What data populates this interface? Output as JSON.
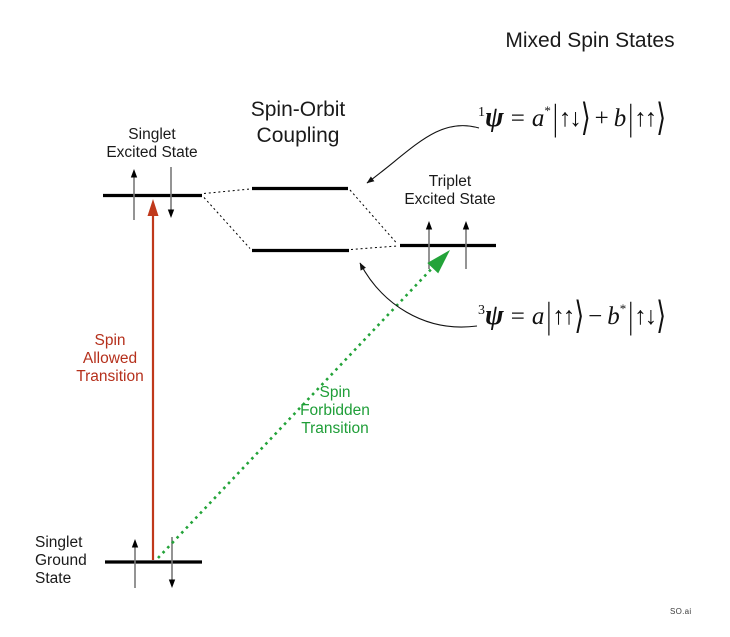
{
  "title": "Mixed Spin States",
  "diagram": {
    "spin_orbit_label": "Spin-Orbit\nCoupling",
    "levels": {
      "singlet_excited": {
        "label": "Singlet\nExcited State"
      },
      "triplet_excited": {
        "label": "Triplet\nExcited State"
      },
      "singlet_ground": {
        "label": "Singlet\nGround\nState"
      }
    },
    "transitions": {
      "allowed": {
        "label": "Spin\nAllowed\nTransition"
      },
      "forbidden": {
        "label": "Spin\nForbidden\nTransition"
      }
    }
  },
  "equations": {
    "singlet": {
      "index": "1",
      "psi": "ψ",
      "c1": "a",
      "s1": "*",
      "k1": "↑↓",
      "op": "+",
      "c2": "b",
      "s2": "",
      "k2": "↑↑"
    },
    "triplet": {
      "index": "3",
      "psi": "ψ",
      "c1": "a",
      "s1": "",
      "k1": "↑↑",
      "op": "−",
      "c2": "b",
      "s2": "*",
      "k2": "↑↓"
    }
  },
  "syms": {
    "eq": "=",
    "bar": "|",
    "rang": "⟩"
  },
  "watermark": "SO.ai",
  "colors": {
    "allowed_color": "#b5301c",
    "forbidden_color": "#1f9e38",
    "red_arrow": "#c0391b",
    "green_arrow": "#23a339"
  }
}
